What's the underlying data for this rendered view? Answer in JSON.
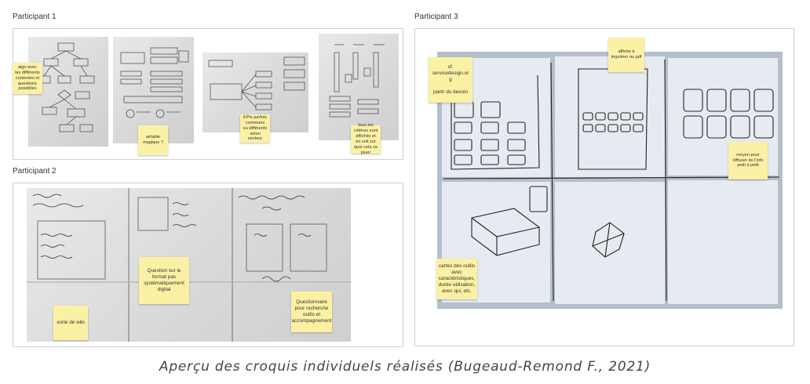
{
  "participants": {
    "p1": {
      "label": "Participant 1",
      "notes": {
        "algo": "algo avec les différents contextes et questions possibles",
        "airtable": "airtable magique ?",
        "kpi": "KPIs parfois communs ou différents selon secteur",
        "criteres": "tous les critères sont affichés et on voit sur quoi cela va jouer"
      }
    },
    "p2": {
      "label": "Participant 2",
      "notes": {
        "question": "Question sur le format pas systématiquement digital",
        "wiki": "sorte de wiki",
        "questionnaire": "Questionnaire pour recherche outils et accompagnement"
      }
    },
    "p3": {
      "label": "Participant 3",
      "notes": {
        "servicedesign": "cf. servicedesign.or g\n\npartir du besoin",
        "affiche": "affiche à imprimer ou pdf",
        "moyen": "moyen pour diffuser de l'info petit à petit",
        "cartes": "cartes des outils avec caractéristiques, durée utilisation, avec qui, etc."
      }
    }
  },
  "caption": "Aperçu des croquis individuels réalisés (Bugeaud-Remond F., 2021)"
}
